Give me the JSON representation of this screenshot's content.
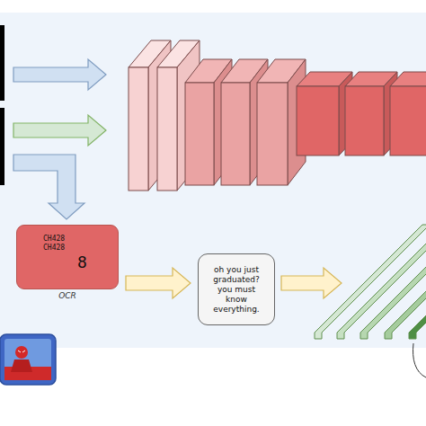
{
  "diagram": {
    "nodes": [
      {
        "text": [
          "OCR"
        ]
      },
      {
        "text": [
          "oh you just graduated? you must know everything."
        ]
      }
    ],
    "edges": [
      {
        "from": 0,
        "to": 1,
        "arrow": "to"
      }
    ],
    "labels": [
      "CH428",
      "CH428",
      "8"
    ]
  }
}
